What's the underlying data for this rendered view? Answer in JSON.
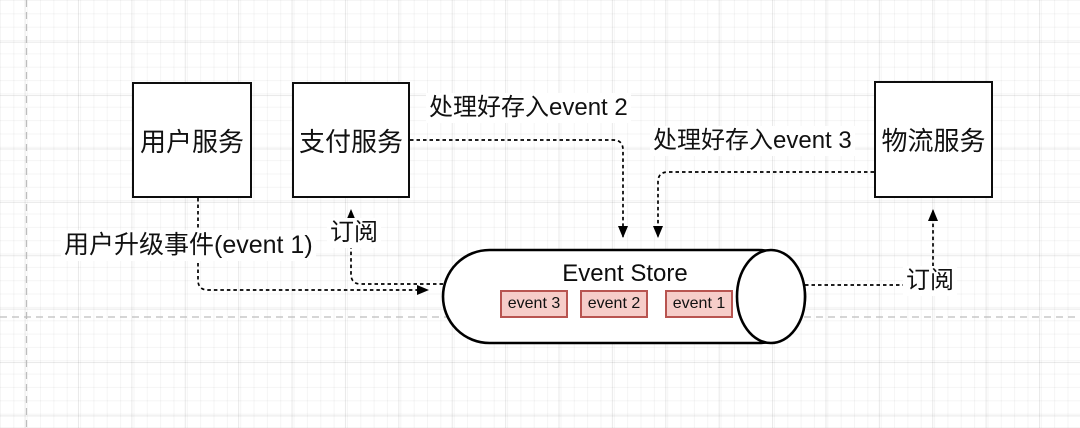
{
  "diagram": {
    "nodes": [
      {
        "id": "user-service",
        "label": "用户服务"
      },
      {
        "id": "payment-service",
        "label": "支付服务"
      },
      {
        "id": "logistics-service",
        "label": "物流服务"
      }
    ],
    "event_store": {
      "title": "Event Store",
      "events": [
        "event 3",
        "event 2",
        "event 1"
      ]
    },
    "edge_labels": {
      "user_upgrade_event": "用户升级事件(event 1)",
      "store_event2": "处理好存入event 2",
      "store_event3": "处理好存入event 3",
      "subscribe_payment": "订阅",
      "subscribe_logistics": "订阅"
    },
    "colors": {
      "event_chip_fill": "#f6cdc9",
      "event_chip_border": "#b85450",
      "shape_stroke": "#000000",
      "page_guide": "#bdbdbd"
    }
  }
}
